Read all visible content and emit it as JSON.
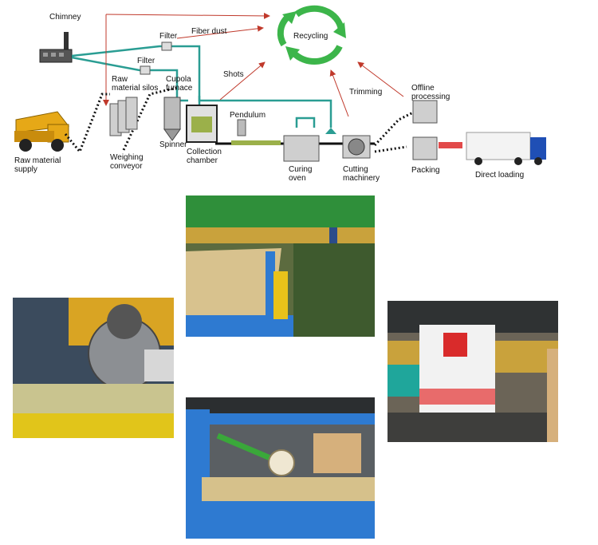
{
  "diagram": {
    "labels": {
      "chimney": "Chimney",
      "filter_top": "Filter",
      "fiber_dust": "Fiber dust",
      "filter_mid": "Filter",
      "recycling": "Recycling",
      "raw_material_silos_1": "Raw",
      "raw_material_silos_2": "material silos",
      "cupola_furnace_1": "Cupola",
      "cupola_furnace_2": "furnace",
      "shots": "Shots",
      "trimming": "Trimming",
      "offline_processing_1": "Offline",
      "offline_processing_2": "processing",
      "pendulum": "Pendulum",
      "raw_material_supply_1": "Raw material",
      "raw_material_supply_2": "supply",
      "weighing_conveyor_1": "Weighing",
      "weighing_conveyor_2": "conveyor",
      "spinner": "Spinner",
      "collection_chamber_1": "Collection",
      "collection_chamber_2": "chamber",
      "curing_oven_1": "Curing",
      "curing_oven_2": "oven",
      "cutting_machinery_1": "Cutting",
      "cutting_machinery_2": "machinery",
      "packing": "Packing",
      "direct_loading": "Direct loading"
    },
    "colors": {
      "duct": "#2a9d93",
      "arrow": "#c0392b",
      "recycle": "#3cb54a",
      "track": "#111111"
    }
  },
  "photos": [
    {
      "name": "cutting-saw-photo",
      "subject": "circular saw cutting"
    },
    {
      "name": "curing-line-photo",
      "subject": "green conveyor line"
    },
    {
      "name": "pendulum-photo",
      "subject": "blue frame with green pendulum arm"
    },
    {
      "name": "packing-photo",
      "subject": "packing machine with red wrap"
    }
  ]
}
